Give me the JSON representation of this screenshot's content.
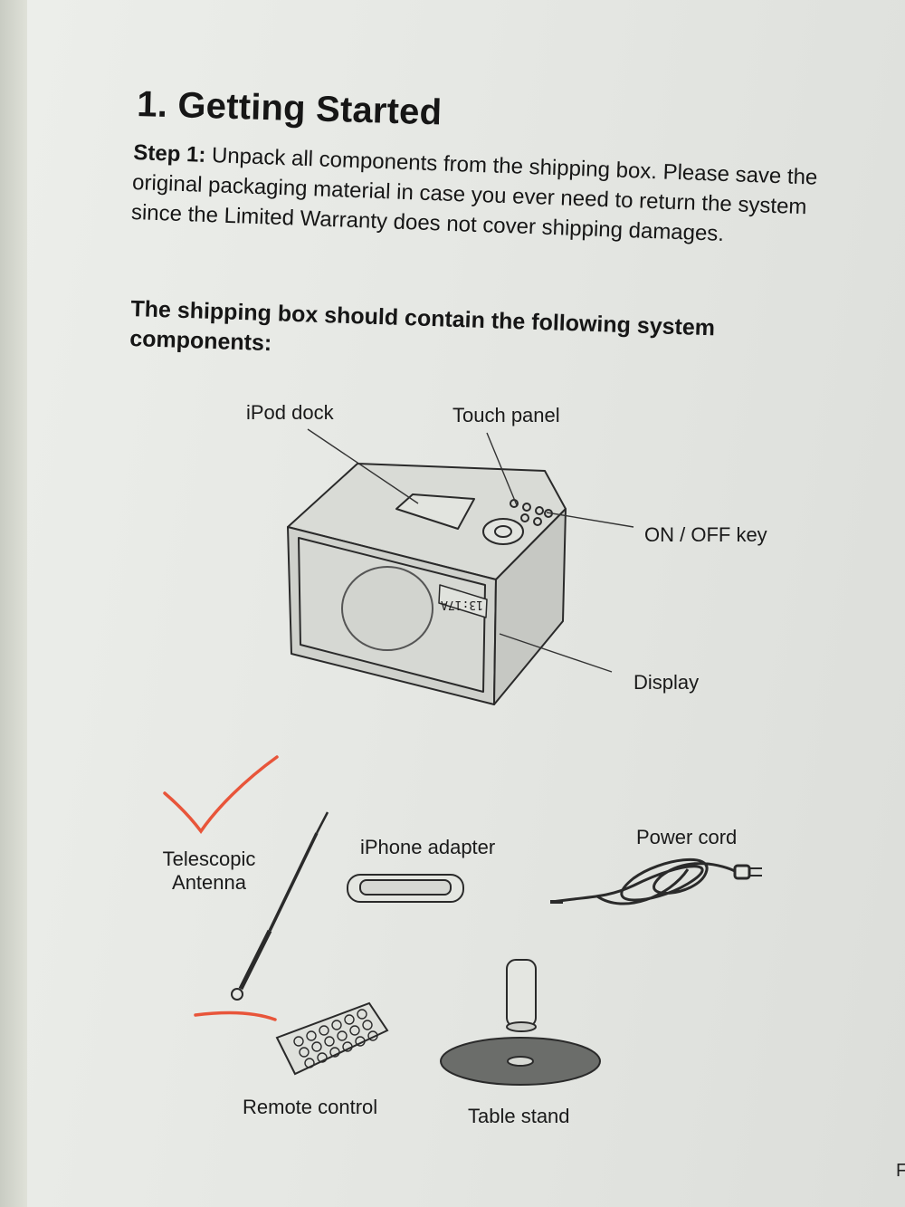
{
  "heading": {
    "title": "1. Getting Started"
  },
  "step1": {
    "label": "Step 1:",
    "text": " Unpack all components from the shipping box. Please save the original packaging material in case you ever need to return the system since the Limited Warranty does not cover shipping damages."
  },
  "contents_intro": "The shipping box should contain the following system components:",
  "labels": {
    "ipod_dock": "iPod dock",
    "touch_panel": "Touch panel",
    "on_off_key": "ON / OFF key",
    "display": "Display",
    "display_readout": "13:17A",
    "telescopic_antenna": "Telescopic Antenna",
    "iphone_adapter": "iPhone adapter",
    "power_cord": "Power cord",
    "remote_control": "Remote control",
    "table_stand": "Table stand"
  },
  "annotations": {
    "checkmark_color": "#e8553a",
    "underline_color": "#e8553a"
  },
  "corner_text": "F"
}
